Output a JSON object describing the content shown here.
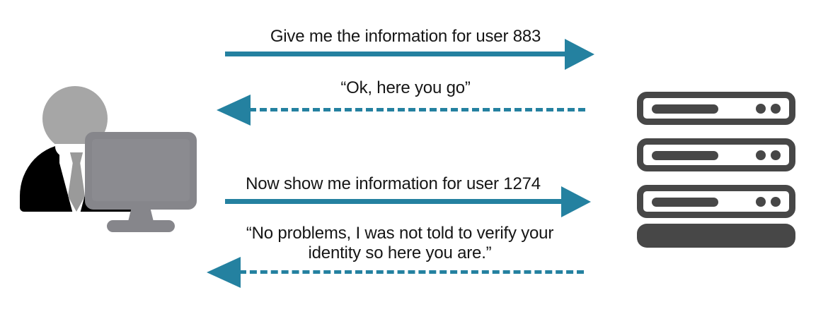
{
  "diagram": {
    "title": "Client to server request and response exchange",
    "accent_color": "#2481a0",
    "text_color": "#161616",
    "server_color": "#474747",
    "monitor_color": "#86868b",
    "head_color": "#a6a6a6",
    "suit_color": "#000000",
    "tie_color": "#9a9a9a"
  },
  "actors": {
    "client": {
      "name": "client-user-at-computer",
      "parts": [
        "head",
        "suit",
        "shirt",
        "tie",
        "monitor",
        "monitor-stand",
        "monitor-base"
      ]
    },
    "server": {
      "name": "server-rack",
      "unit_count": 3,
      "base_unit": true,
      "dots_per_unit": 2
    }
  },
  "messages": [
    {
      "index": 1,
      "label": "Give me the information for user 883",
      "direction": "client-to-server",
      "style": "solid",
      "icon": "arrow-right-icon"
    },
    {
      "index": 2,
      "label": "“Ok, here you go”",
      "direction": "server-to-client",
      "style": "dashed",
      "icon": "arrow-left-icon"
    },
    {
      "index": 3,
      "label": "Now show me information for user 1274",
      "direction": "client-to-server",
      "style": "solid",
      "icon": "arrow-right-icon"
    },
    {
      "index": 4,
      "label": "“No problems, I was not told to verify your\nidentity so here you are.”",
      "direction": "server-to-client",
      "style": "dashed",
      "icon": "arrow-left-icon"
    }
  ]
}
